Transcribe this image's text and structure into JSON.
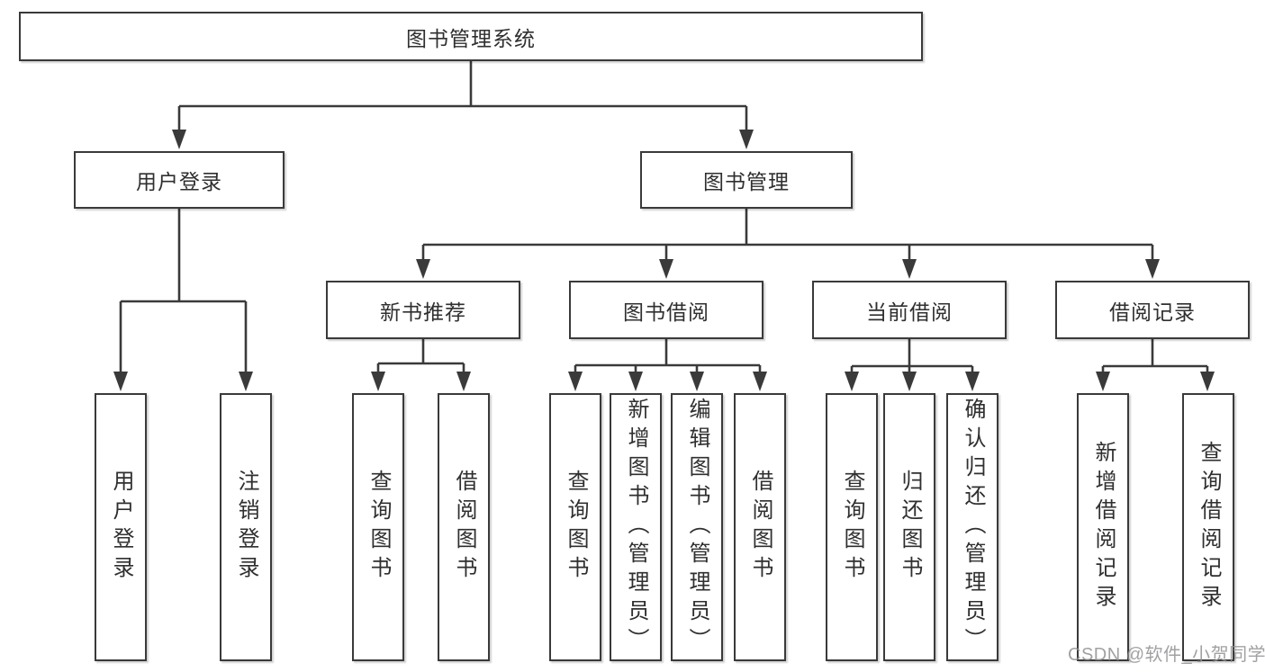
{
  "diagram": {
    "root": {
      "label": "图书管理系统"
    },
    "login": {
      "label": "用户登录",
      "children": [
        {
          "label": "用户登录"
        },
        {
          "label": "注销登录"
        }
      ]
    },
    "management": {
      "label": "图书管理",
      "sections": [
        {
          "label": "新书推荐",
          "children": [
            {
              "label": "查询图书"
            },
            {
              "label": "借阅图书"
            }
          ]
        },
        {
          "label": "图书借阅",
          "children": [
            {
              "label": "查询图书"
            },
            {
              "label": "新增图书（管理员）"
            },
            {
              "label": "编辑图书（管理员）"
            },
            {
              "label": "借阅图书"
            }
          ]
        },
        {
          "label": "当前借阅",
          "children": [
            {
              "label": "查询图书"
            },
            {
              "label": "归还图书"
            },
            {
              "label": "确认归还（管理员）"
            }
          ]
        },
        {
          "label": "借阅记录",
          "children": [
            {
              "label": "新增借阅记录"
            },
            {
              "label": "查询借阅记录"
            }
          ]
        }
      ]
    },
    "line_color": "#3a3a3a",
    "watermark": "CSDN @软件_小贺同学"
  }
}
